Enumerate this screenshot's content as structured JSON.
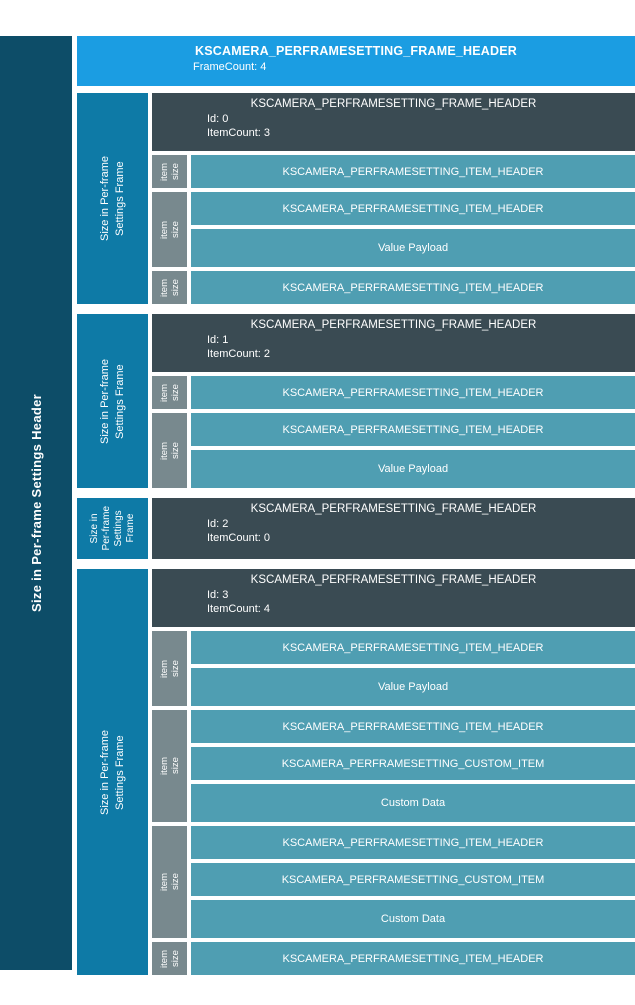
{
  "colors": {
    "page_bg": "#ffffff",
    "left_bar": "#0d4d68",
    "top_bar": "#1b9de2",
    "frame_bar": "#0e7aa6",
    "frame_header": "#3a4b53",
    "item_size": "#78898e",
    "row": "#4f9eb2",
    "text": "#ffffff"
  },
  "left_bar": {
    "label": "Size in Per-frame Settings Header"
  },
  "top_header": {
    "title": "KSCAMERA_PERFRAMESETTING_FRAME_HEADER",
    "subtitle": "FrameCount: 4"
  },
  "labels": {
    "item_size": [
      "item",
      "size"
    ]
  },
  "frames": [
    {
      "sidebar": {
        "lines": [
          "Size in Per-frame",
          "Settings Frame"
        ],
        "compact": false
      },
      "header": {
        "title": "KSCAMERA_PERFRAMESETTING_FRAME_HEADER",
        "lines": [
          "Id: 0",
          "ItemCount: 3"
        ]
      },
      "groups": [
        {
          "rows": [
            {
              "kind": "item-header",
              "label": "KSCAMERA_PERFRAMESETTING_ITEM_HEADER"
            }
          ]
        },
        {
          "rows": [
            {
              "kind": "item-header",
              "label": "KSCAMERA_PERFRAMESETTING_ITEM_HEADER"
            },
            {
              "kind": "value-payload",
              "label": "Value Payload"
            }
          ]
        },
        {
          "rows": [
            {
              "kind": "item-header",
              "label": "KSCAMERA_PERFRAMESETTING_ITEM_HEADER"
            }
          ]
        }
      ]
    },
    {
      "sidebar": {
        "lines": [
          "Size in Per-frame",
          "Settings Frame"
        ],
        "compact": false
      },
      "header": {
        "title": "KSCAMERA_PERFRAMESETTING_FRAME_HEADER",
        "lines": [
          "Id: 1",
          "ItemCount: 2"
        ]
      },
      "groups": [
        {
          "rows": [
            {
              "kind": "item-header",
              "label": "KSCAMERA_PERFRAMESETTING_ITEM_HEADER"
            }
          ]
        },
        {
          "rows": [
            {
              "kind": "item-header",
              "label": "KSCAMERA_PERFRAMESETTING_ITEM_HEADER"
            },
            {
              "kind": "value-payload",
              "label": "Value Payload"
            }
          ]
        }
      ]
    },
    {
      "sidebar": {
        "lines": [
          "Size in",
          "Per-frame",
          "Settings",
          "Frame"
        ],
        "compact": true
      },
      "header": {
        "title": "KSCAMERA_PERFRAMESETTING_FRAME_HEADER",
        "lines": [
          "Id: 2",
          "ItemCount: 0"
        ]
      },
      "groups": []
    },
    {
      "sidebar": {
        "lines": [
          "Size in Per-frame",
          "Settings Frame"
        ],
        "compact": false
      },
      "header": {
        "title": "KSCAMERA_PERFRAMESETTING_FRAME_HEADER",
        "lines": [
          "Id: 3",
          "ItemCount: 4"
        ]
      },
      "groups": [
        {
          "rows": [
            {
              "kind": "item-header",
              "label": "KSCAMERA_PERFRAMESETTING_ITEM_HEADER"
            },
            {
              "kind": "value-payload",
              "label": "Value Payload"
            }
          ]
        },
        {
          "rows": [
            {
              "kind": "item-header",
              "label": "KSCAMERA_PERFRAMESETTING_ITEM_HEADER"
            },
            {
              "kind": "custom-item",
              "label": "KSCAMERA_PERFRAMESETTING_CUSTOM_ITEM"
            },
            {
              "kind": "custom-data",
              "label": "Custom Data"
            }
          ]
        },
        {
          "rows": [
            {
              "kind": "item-header",
              "label": "KSCAMERA_PERFRAMESETTING_ITEM_HEADER"
            },
            {
              "kind": "custom-item",
              "label": "KSCAMERA_PERFRAMESETTING_CUSTOM_ITEM"
            },
            {
              "kind": "custom-data",
              "label": "Custom Data"
            }
          ]
        },
        {
          "rows": [
            {
              "kind": "item-header",
              "label": "KSCAMERA_PERFRAMESETTING_ITEM_HEADER"
            }
          ]
        }
      ]
    }
  ]
}
